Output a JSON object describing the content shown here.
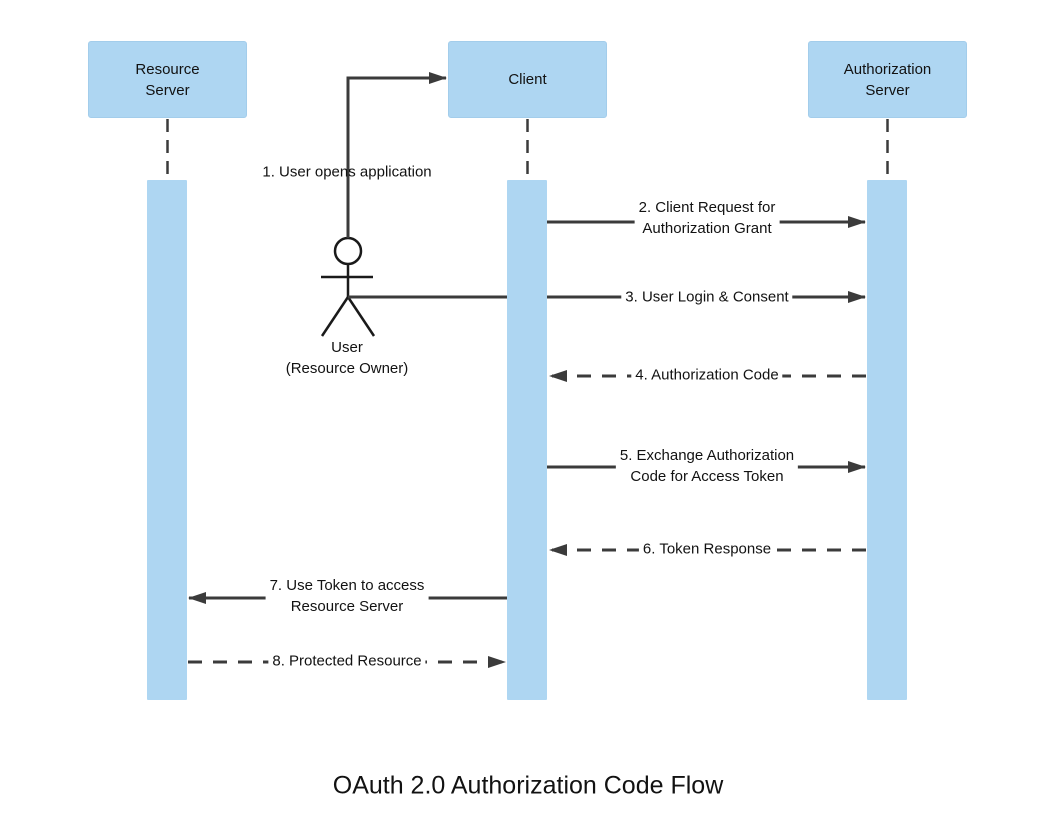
{
  "diagram": {
    "title": "OAuth 2.0 Authorization Code Flow",
    "actors": [
      {
        "id": "resource-server",
        "label": "Resource\nServer"
      },
      {
        "id": "client",
        "label": "Client"
      },
      {
        "id": "authorization-server",
        "label": "Authorization\nServer"
      }
    ],
    "user": {
      "label": "User\n(Resource Owner)"
    },
    "messages": [
      {
        "num": 1,
        "label": "1. User opens application",
        "style": "solid",
        "from": "user",
        "to": "client"
      },
      {
        "num": 2,
        "label": "2. Client Request for\nAuthorization Grant",
        "style": "solid",
        "from": "client",
        "to": "authorization-server"
      },
      {
        "num": 3,
        "label": "3. User Login & Consent",
        "style": "solid",
        "from": "user",
        "to": "authorization-server"
      },
      {
        "num": 4,
        "label": "4. Authorization Code",
        "style": "dashed",
        "from": "authorization-server",
        "to": "client"
      },
      {
        "num": 5,
        "label": "5. Exchange Authorization\nCode for Access Token",
        "style": "solid",
        "from": "client",
        "to": "authorization-server"
      },
      {
        "num": 6,
        "label": "6. Token Response",
        "style": "dashed",
        "from": "authorization-server",
        "to": "client"
      },
      {
        "num": 7,
        "label": "7. Use Token to access\nResource Server",
        "style": "solid",
        "from": "client",
        "to": "resource-server"
      },
      {
        "num": 8,
        "label": "8. Protected Resource",
        "style": "dashed",
        "from": "resource-server",
        "to": "client"
      }
    ]
  },
  "colors": {
    "actor_fill": "#aed6f2",
    "line_color": "#3b3b3b",
    "text_color": "#121212",
    "background": "#ffffff"
  }
}
